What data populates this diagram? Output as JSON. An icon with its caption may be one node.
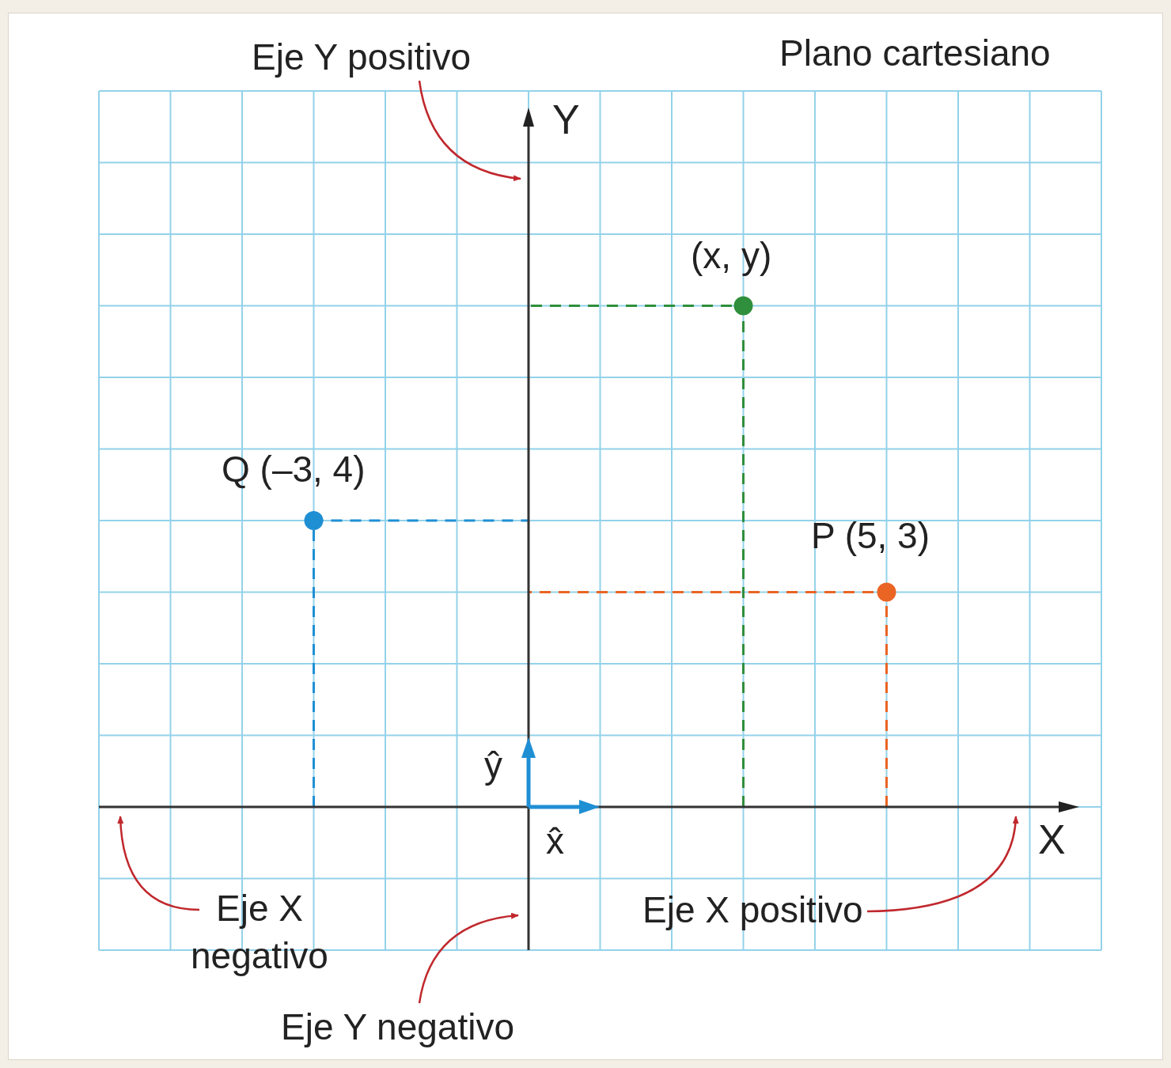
{
  "diagram": {
    "title": "Plano cartesiano",
    "nodes": [
      {
        "text": [
          "Eje Y positivo"
        ]
      },
      {
        "text": [
          "Eje X negativo"
        ]
      },
      {
        "text": [
          "Eje Y negativo"
        ]
      },
      {
        "text": [
          "Eje X positivo"
        ]
      }
    ],
    "edges": [
      {
        "from": 0,
        "to": null,
        "arrow": "to"
      },
      {
        "from": 1,
        "to": null,
        "arrow": "to"
      },
      {
        "from": 2,
        "to": null,
        "arrow": "to"
      },
      {
        "from": 3,
        "to": null,
        "arrow": "to"
      }
    ],
    "labels": [
      "Y",
      "(x, y)",
      "Q (–3, 4)",
      "P (5, 3)",
      "ŷ",
      "x̂",
      "X"
    ]
  }
}
